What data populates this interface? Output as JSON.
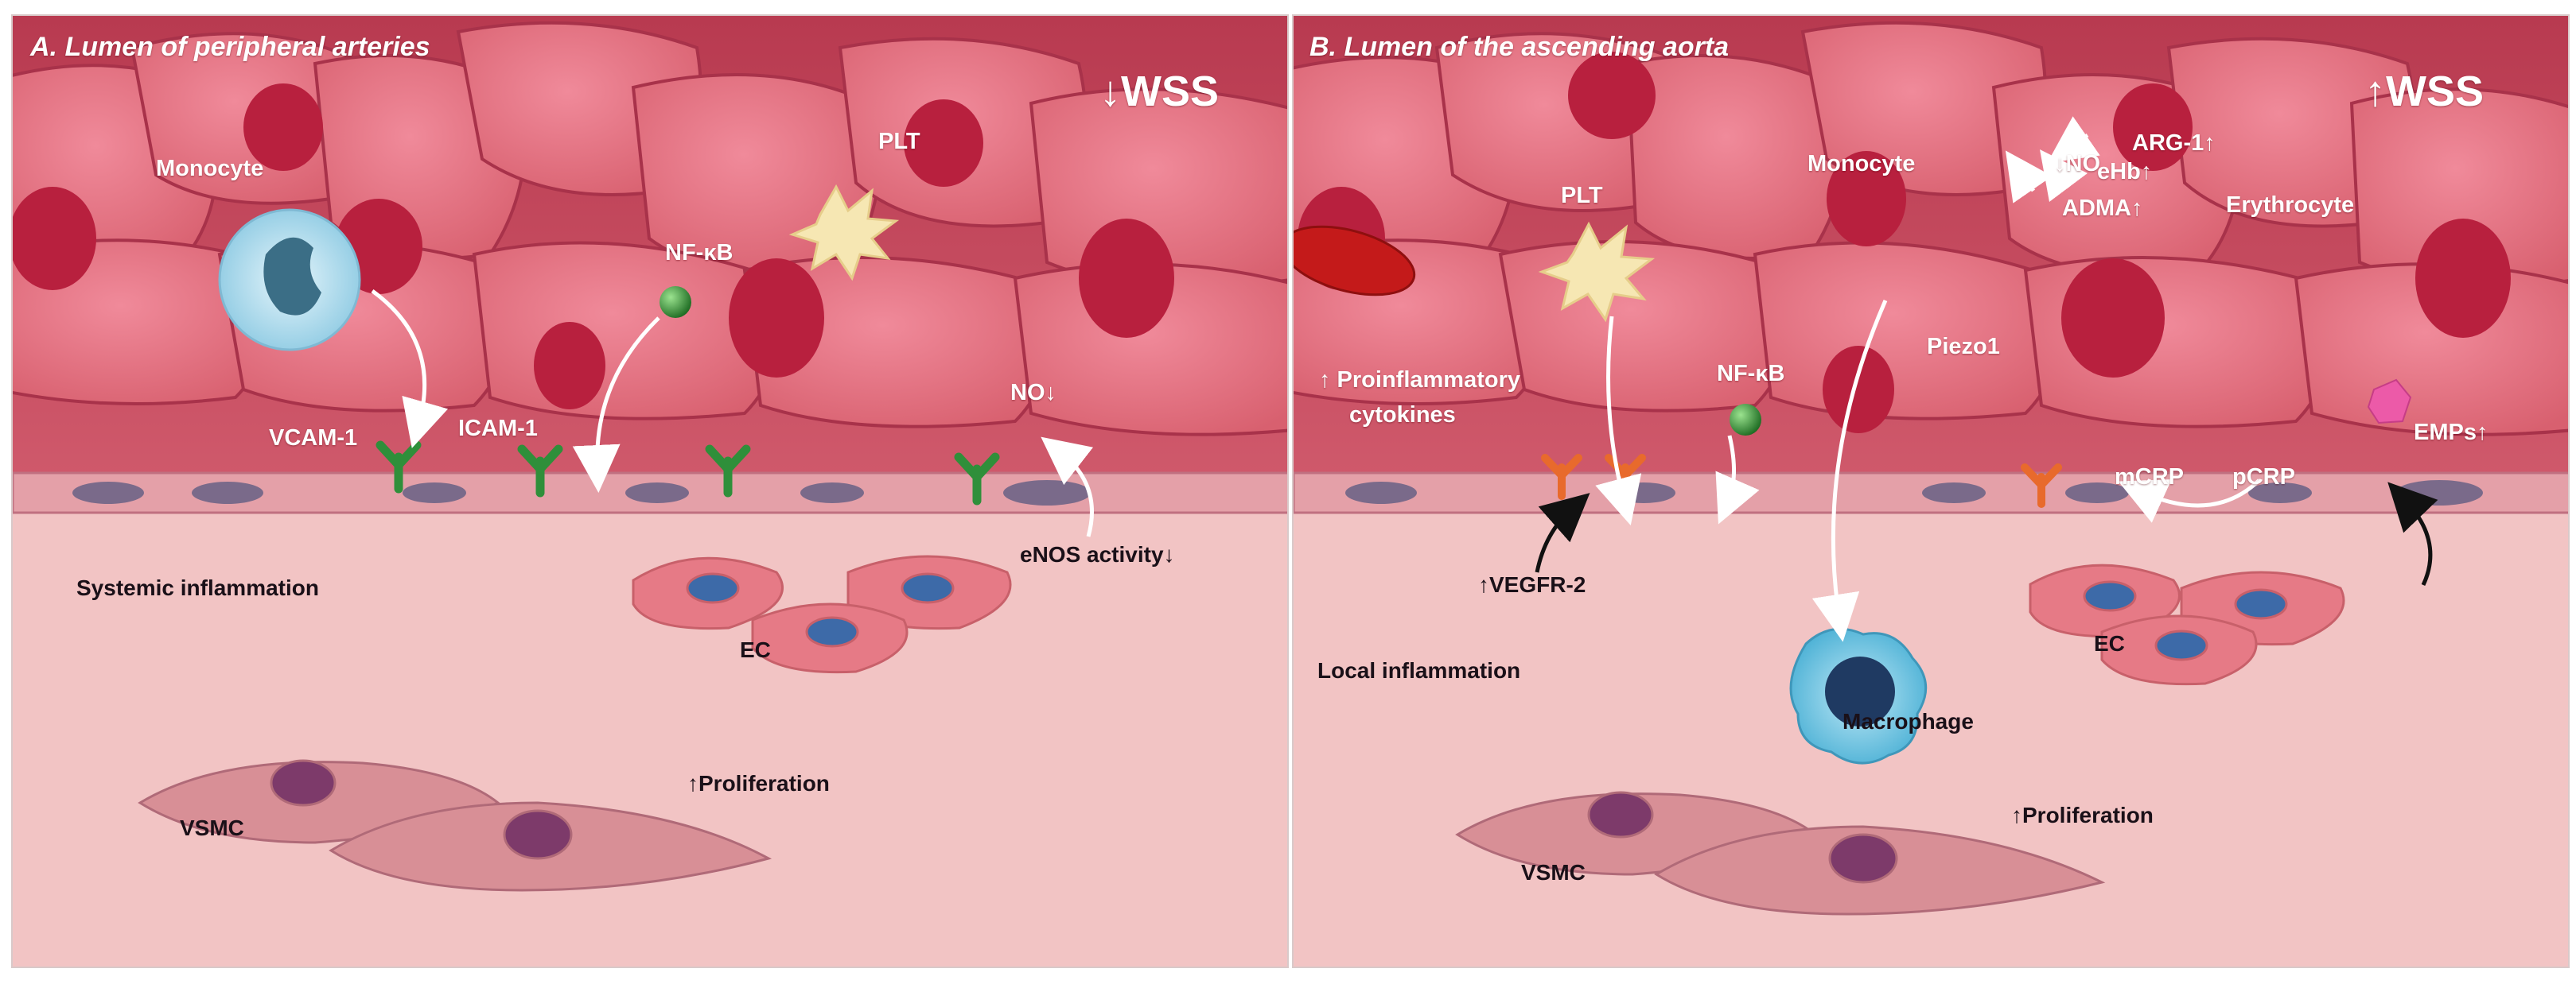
{
  "panel_a": {
    "title": "A. Lumen of peripheral arteries",
    "wss": "↓WSS",
    "monocyte": "Monocyte",
    "plt": "PLT",
    "nfkb": "NF-κB",
    "vcam": "VCAM-1",
    "icam": "ICAM-1",
    "no": "NO↓",
    "enos": "eNOS activity↓",
    "systemic": "Systemic inflammation",
    "ec": "EC",
    "proliferation": "↑Proliferation",
    "vsmc": "VSMC"
  },
  "panel_b": {
    "title": "B. Lumen of the ascending aorta",
    "wss": "↑WSS",
    "monocyte": "Monocyte",
    "plt": "PLT",
    "nfkb": "NF-κB",
    "piezo": "Piezo1",
    "no": "↓NO",
    "arg": "ARG-1↑",
    "ehb": "eHb↑",
    "adma": "ADMA↑",
    "erythrocyte": "Erythrocyte",
    "cytokines_1": "↑ Proinflammatory",
    "cytokines_2": "cytokines",
    "mcrp": "mCRP",
    "pcrp": "pCRP",
    "emps": "EMPs↑",
    "vegfr": "↑VEGFR-2",
    "local": "Local inflammation",
    "ec": "EC",
    "macrophage": "Macrophage",
    "proliferation": "↑Proliferation",
    "vsmc": "VSMC"
  },
  "colors": {
    "lumen": "#c94a5e",
    "cell": "#e8788a",
    "nucleus": "#b8203e",
    "tissue": "#f2c4c4",
    "monocyte": "#a9d8ec",
    "macrophage": "#6cc3e0",
    "receptor_green": "#2f8f3a",
    "receptor_orange": "#e86a2c"
  }
}
